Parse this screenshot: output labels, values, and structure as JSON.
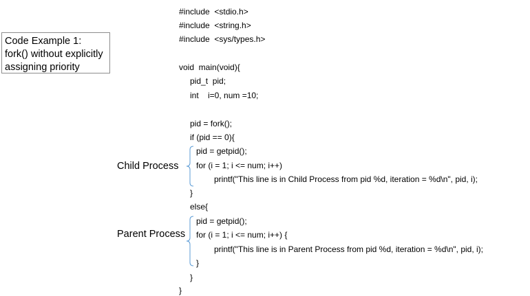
{
  "caption": {
    "lines": [
      "Code Example 1:",
      "fork() without explicitly",
      "assigning priority"
    ]
  },
  "code": {
    "lines": [
      "#include  <stdio.h>",
      "#include  <string.h>",
      "#include  <sys/types.h>",
      "void  main(void){",
      "pid_t  pid;",
      "int    i=0, num =10;",
      "pid = fork();",
      "if (pid == 0){",
      "pid = getpid();",
      "for (i = 1; i <= num; i++)",
      "printf(\"This line is in Child Process from pid %d, iteration = %d\\n\", pid, i);",
      "}",
      "else{",
      "pid = getpid();",
      "for (i = 1; i <= num; i++) {",
      "printf(\"This line is in Parent Process from pid %d, iteration = %d\\n\", pid, i);",
      "}",
      "}",
      "}"
    ]
  },
  "labels": {
    "child": "Child Process",
    "parent": "Parent Process"
  },
  "colors": {
    "brace": "#5b9bd5",
    "caption_border": "#8c8c8c"
  }
}
